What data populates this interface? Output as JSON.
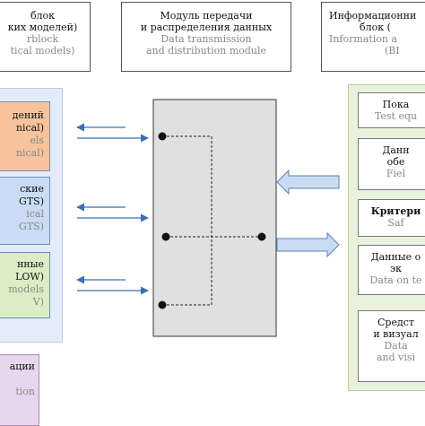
{
  "header": {
    "left": {
      "ru1": "блок",
      "ru2": "ких моделей)",
      "en1": "rblock",
      "en2": "tical models)"
    },
    "center": {
      "ru1": "Модуль передачи",
      "ru2": "и распределения данных",
      "en1": "Data transmission",
      "en2": "and distribution module"
    },
    "right": {
      "ru1": "Информационни",
      "ru2": "блок (",
      "en1": "Information a",
      "en2": "(BI"
    }
  },
  "left_boxes": [
    {
      "ru": "дений",
      "ru2": "nical)",
      "en": "els",
      "en2": "nical)"
    },
    {
      "ru": "ские",
      "ru2": "GTS)",
      "en": "ical",
      "en2": "GTS)"
    },
    {
      "ru": "нные",
      "ru2": "LOW)",
      "en": "models",
      "en2": "V)"
    },
    {
      "ru": "ации",
      "en": "tion"
    }
  ],
  "right_boxes": [
    {
      "ru": "Пока",
      "en": "Test equ"
    },
    {
      "ru": "Данн",
      "ru2": "обе",
      "en": "Fiel"
    },
    {
      "ru": "Критери",
      "en": "Saf"
    },
    {
      "ru": "Данные о",
      "ru2": "эк",
      "en": "Data on te"
    },
    {
      "ru": "Средст",
      "ru2": "и визуал",
      "en": "Data",
      "en2": "and visi"
    }
  ],
  "colors": {
    "left_panel": "#e3ecf8",
    "right_panel": "#e8f2dc",
    "box1": "#f6c39d",
    "box2": "#c9dcf3",
    "box3": "#dcedc6",
    "box4": "#e8d6ee",
    "center_module": "#e0e0e0",
    "arrow_blue": "#3d6db5"
  }
}
